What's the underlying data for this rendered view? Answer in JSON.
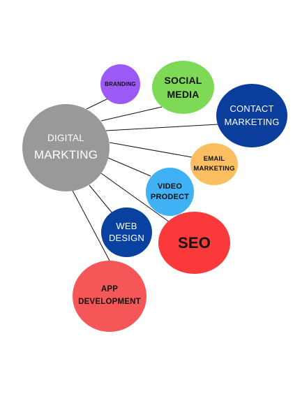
{
  "diagram": {
    "hub": {
      "line1": "DIGITAL",
      "line2": "MARKTING",
      "color": "#999999",
      "text_color": "#ffffff"
    },
    "nodes": {
      "branding": {
        "lines": [
          "BRANDING"
        ],
        "color": "#9b59f6",
        "text_color": "#111111"
      },
      "social": {
        "lines": [
          "SOCIAL",
          "MEDIA"
        ],
        "color": "#7ed957",
        "text_color": "#111111"
      },
      "contact": {
        "lines": [
          "CONTACT",
          "MARKETING"
        ],
        "color": "#0a3d9c",
        "text_color": "#ffffff"
      },
      "email": {
        "lines": [
          "EMAIL",
          "MARKETING"
        ],
        "color": "#fbbf62",
        "text_color": "#111111"
      },
      "video": {
        "lines": [
          "VIDEO",
          "PRODECT"
        ],
        "color": "#3fb1f4",
        "text_color": "#111111"
      },
      "seo": {
        "lines": [
          "SEO"
        ],
        "color": "#f9393a",
        "text_color": "#111111"
      },
      "web": {
        "lines": [
          "WEB",
          "DESIGN"
        ],
        "color": "#0841a0",
        "text_color": "#ffffff"
      },
      "app": {
        "lines": [
          "APP",
          "DEVELOPMENT"
        ],
        "color": "#f55759",
        "text_color": "#111111"
      }
    },
    "connector_color": "#111111"
  }
}
